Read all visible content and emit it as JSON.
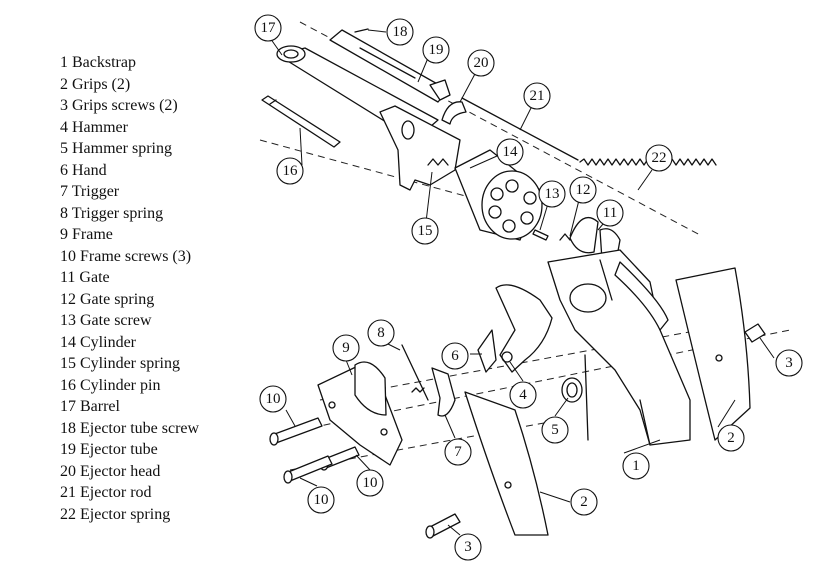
{
  "legend": [
    {
      "number": "1",
      "text": "1 Backstrap"
    },
    {
      "number": "2",
      "text": "2 Grips (2)"
    },
    {
      "number": "3",
      "text": "3 Grips screws (2)"
    },
    {
      "number": "4",
      "text": "4 Hammer"
    },
    {
      "number": "5",
      "text": "5 Hammer spring"
    },
    {
      "number": "6",
      "text": "6 Hand"
    },
    {
      "number": "7",
      "text": "7 Trigger"
    },
    {
      "number": "8",
      "text": "8 Trigger spring"
    },
    {
      "number": "9",
      "text": "9 Frame"
    },
    {
      "number": "10",
      "text": "10 Frame screws (3)"
    },
    {
      "number": "11",
      "text": "11 Gate"
    },
    {
      "number": "12",
      "text": "12 Gate spring"
    },
    {
      "number": "13",
      "text": "13 Gate screw"
    },
    {
      "number": "14",
      "text": "14 Cylinder"
    },
    {
      "number": "15",
      "text": "15 Cylinder spring"
    },
    {
      "number": "16",
      "text": "16 Cylinder pin"
    },
    {
      "number": "17",
      "text": "17 Barrel"
    },
    {
      "number": "18",
      "text": "18 Ejector tube screw"
    },
    {
      "number": "19",
      "text": "19 Ejector tube"
    },
    {
      "number": "20",
      "text": "20 Ejector head"
    },
    {
      "number": "21",
      "text": "21 Ejector rod"
    },
    {
      "number": "22",
      "text": "22 Ejector spring"
    }
  ],
  "callouts": {
    "c17": "17",
    "c18": "18",
    "c19": "19",
    "c20": "20",
    "c21": "21",
    "c22": "22",
    "c16": "16",
    "c14": "14",
    "c15": "15",
    "c13": "13",
    "c12": "12",
    "c11": "11",
    "c8": "8",
    "c9": "9",
    "c6": "6",
    "c4": "4",
    "c3a": "3",
    "c10a": "10",
    "c5": "5",
    "c7": "7",
    "c1": "1",
    "c2a": "2",
    "c10b": "10",
    "c10c": "10",
    "c2b": "2",
    "c3b": "3"
  }
}
